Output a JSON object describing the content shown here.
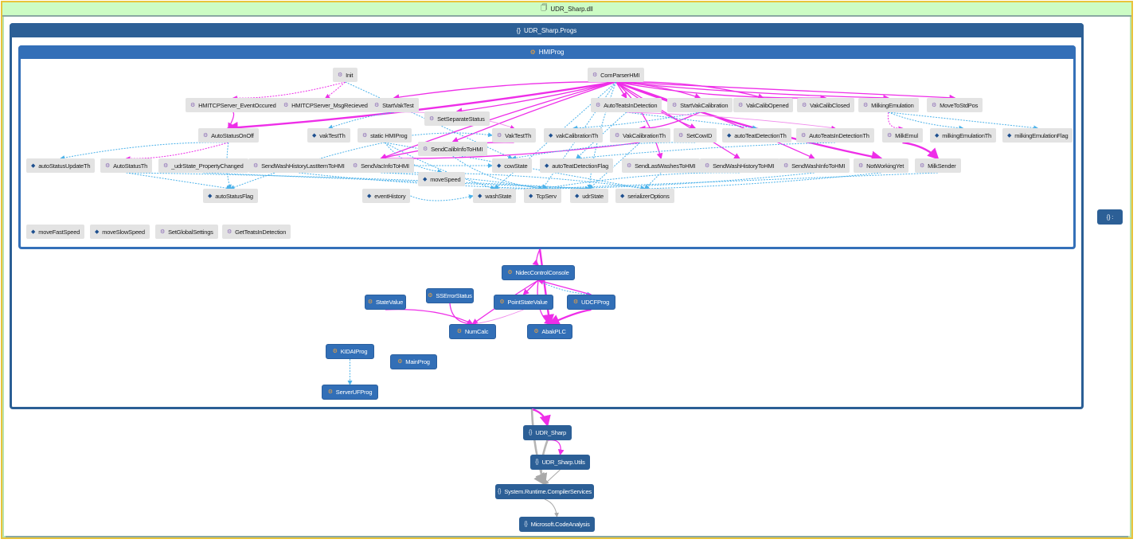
{
  "assembly": {
    "title": "UDR_Sharp.dll",
    "icon": "assembly-icon"
  },
  "namespace": {
    "title": "UDR_Sharp.Progs",
    "icon": "namespace-icon"
  },
  "class_group": {
    "title": "HMIProg",
    "icon": "class-icon"
  },
  "colors": {
    "call_edge": "#ee2ee8",
    "field_edge": "#4eb3ea",
    "ns_edge": "#a9a9a9",
    "member_bg": "#e3e3e3",
    "class_bg": "#326fb7",
    "namespace_bg": "#2c5f96",
    "assembly_header_bg": "#ccfcc4",
    "method_icon": "#8a6bb5",
    "field_icon": "#1d4f8f"
  },
  "members": [
    {
      "id": "Init",
      "label": "Init",
      "kind": "method"
    },
    {
      "id": "ComParserHMI",
      "label": "ComParserHMI",
      "kind": "method"
    },
    {
      "id": "HMITCPServer_EventOccured",
      "label": "HMITCPServer_EventOccured",
      "kind": "method"
    },
    {
      "id": "HMITCPServer_MsgRecieved",
      "label": "HMITCPServer_MsgRecieved",
      "kind": "method"
    },
    {
      "id": "StartVakTest",
      "label": "StartVakTest",
      "kind": "method"
    },
    {
      "id": "AutoTeatsInDetection",
      "label": "AutoTeatsInDetection",
      "kind": "method"
    },
    {
      "id": "StartVakCalibration",
      "label": "StartVakCalibration",
      "kind": "method"
    },
    {
      "id": "VakCalibOpened",
      "label": "VakCalibOpened",
      "kind": "method"
    },
    {
      "id": "VakCalibClosed",
      "label": "VakCalibClosed",
      "kind": "method"
    },
    {
      "id": "MilkingEmulation",
      "label": "MilkingEmulation",
      "kind": "method"
    },
    {
      "id": "MoveToStdPos",
      "label": "MoveToStdPos",
      "kind": "method"
    },
    {
      "id": "SetSeparateStatus",
      "label": "SetSeparateStatus",
      "kind": "method"
    },
    {
      "id": "AutoStatusOnOff",
      "label": "AutoStatusOnOff",
      "kind": "method"
    },
    {
      "id": "vakTestTh",
      "label": "vakTestTh",
      "kind": "field"
    },
    {
      "id": "staticHMIProg",
      "label": "static HMIProg",
      "kind": "method"
    },
    {
      "id": "VakTestTh",
      "label": "VakTestTh",
      "kind": "method"
    },
    {
      "id": "vakCalibrationTh",
      "label": "vakCalibrationTh",
      "kind": "field"
    },
    {
      "id": "VakCalibrationTh",
      "label": "VakCalibrationTh",
      "kind": "method"
    },
    {
      "id": "SetCowID",
      "label": "SetCowID",
      "kind": "method"
    },
    {
      "id": "autoTeatDetectionTh",
      "label": "autoTeatDetectionTh",
      "kind": "field"
    },
    {
      "id": "AutoTeatsInDetectionTh",
      "label": "AutoTeatsInDetectionTh",
      "kind": "method"
    },
    {
      "id": "MilkEmul",
      "label": "MilkEmul",
      "kind": "method"
    },
    {
      "id": "milkingEmulationTh",
      "label": "milkingEmulationTh",
      "kind": "field"
    },
    {
      "id": "milkingEmulationFlag",
      "label": "milkingEmulationFlag",
      "kind": "field"
    },
    {
      "id": "SendCalibInfoToHMI",
      "label": "SendCalibInfoToHMI",
      "kind": "method"
    },
    {
      "id": "autoStatusUpdateTh",
      "label": "autoStatusUpdateTh",
      "kind": "field"
    },
    {
      "id": "AutoStatusTh",
      "label": "AutoStatusTh",
      "kind": "method"
    },
    {
      "id": "udrState_PropertyChanged",
      "label": "_udrState_PropertyChanged",
      "kind": "method"
    },
    {
      "id": "SendWashHistoryLastItemToHMI",
      "label": "SendWashHistoryLastItemToHMI",
      "kind": "method"
    },
    {
      "id": "SendVacInfoToHMI",
      "label": "SendVacInfoToHMI",
      "kind": "method"
    },
    {
      "id": "cowState",
      "label": "cowState",
      "kind": "field"
    },
    {
      "id": "autoTeatDetectionFlag",
      "label": "autoTeatDetectionFlag",
      "kind": "field"
    },
    {
      "id": "SendLastWashesToHMI",
      "label": "SendLastWashesToHMI",
      "kind": "method"
    },
    {
      "id": "SendWashHistoryToHMI",
      "label": "SendWashHistoryToHMI",
      "kind": "method"
    },
    {
      "id": "SendWashInfoToHMI",
      "label": "SendWashInfoToHMI",
      "kind": "method"
    },
    {
      "id": "NotWorkingYet",
      "label": "NotWorkingYet",
      "kind": "method"
    },
    {
      "id": "MilkSender",
      "label": "MilkSender",
      "kind": "method"
    },
    {
      "id": "moveSpeed",
      "label": "moveSpeed",
      "kind": "field"
    },
    {
      "id": "autoStatusFlag",
      "label": "autoStatusFlag",
      "kind": "field"
    },
    {
      "id": "eventHistory",
      "label": "eventHistory",
      "kind": "field"
    },
    {
      "id": "washState",
      "label": "washState",
      "kind": "field"
    },
    {
      "id": "TcpServ",
      "label": "TcpServ",
      "kind": "field"
    },
    {
      "id": "udrState",
      "label": "udrState",
      "kind": "field"
    },
    {
      "id": "serializerOptions",
      "label": "serializerOptions",
      "kind": "field"
    },
    {
      "id": "moveFastSpeed",
      "label": "moveFastSpeed",
      "kind": "field"
    },
    {
      "id": "moveSlowSpeed",
      "label": "moveSlowSpeed",
      "kind": "field"
    },
    {
      "id": "SetGlobalSettings",
      "label": "SetGlobalSettings",
      "kind": "method"
    },
    {
      "id": "GetTeatsInDetection",
      "label": "GetTeatsInDetection",
      "kind": "method"
    }
  ],
  "classes": [
    {
      "id": "NidecControlConsole",
      "label": "NidecControlConsole"
    },
    {
      "id": "SSErrorStatus",
      "label": "SSErrorStatus"
    },
    {
      "id": "StateValue",
      "label": "StateValue"
    },
    {
      "id": "PointStateValue",
      "label": "PointStateValue"
    },
    {
      "id": "UDCFProg",
      "label": "UDCFProg"
    },
    {
      "id": "NumCalc",
      "label": "NumCalc"
    },
    {
      "id": "AbakPLC",
      "label": "AbakPLC"
    },
    {
      "id": "KIDAIProg",
      "label": "KIDAIProg"
    },
    {
      "id": "MainProg",
      "label": "MainProg"
    },
    {
      "id": "ServerUFProg",
      "label": "ServerUFProg"
    }
  ],
  "namespaces": [
    {
      "id": "UDR_Sharp",
      "label": "UDR_Sharp"
    },
    {
      "id": "UDR_Sharp_Utils",
      "label": "UDR_Sharp.Utils"
    },
    {
      "id": "System_Runtime_CompilerServices",
      "label": "System.Runtime.CompilerServices"
    },
    {
      "id": "Microsoft_CodeAnalysis",
      "label": "Microsoft.CodeAnalysis"
    },
    {
      "id": "Global",
      "label": "{} :"
    }
  ],
  "edges": [
    {
      "from": "Init",
      "to": "HMITCPServer_EventOccured",
      "type": "call-dotted"
    },
    {
      "from": "Init",
      "to": "HMITCPServer_MsgRecieved",
      "type": "call-dotted"
    },
    {
      "from": "Init",
      "to": "cowState",
      "type": "field"
    },
    {
      "from": "HMITCPServer_EventOccured",
      "to": "AutoStatusOnOff",
      "type": "call"
    },
    {
      "from": "ComParserHMI",
      "to": "StartVakTest",
      "type": "call"
    },
    {
      "from": "ComParserHMI",
      "to": "AutoStatusOnOff",
      "type": "call-bold"
    },
    {
      "from": "ComParserHMI",
      "to": "SetSeparateStatus",
      "type": "call"
    },
    {
      "from": "ComParserHMI",
      "to": "AutoTeatsInDetection",
      "type": "call"
    },
    {
      "from": "ComParserHMI",
      "to": "StartVakCalibration",
      "type": "call"
    },
    {
      "from": "ComParserHMI",
      "to": "VakCalibOpened",
      "type": "call"
    },
    {
      "from": "ComParserHMI",
      "to": "VakCalibClosed",
      "type": "call"
    },
    {
      "from": "ComParserHMI",
      "to": "MilkingEmulation",
      "type": "call"
    },
    {
      "from": "ComParserHMI",
      "to": "MoveToStdPos",
      "type": "call"
    },
    {
      "from": "ComParserHMI",
      "to": "SendCalibInfoToHMI",
      "type": "call"
    },
    {
      "from": "ComParserHMI",
      "to": "SendVacInfoToHMI",
      "type": "call"
    },
    {
      "from": "ComParserHMI",
      "to": "NotWorkingYet",
      "type": "call-bold"
    },
    {
      "from": "ComParserHMI",
      "to": "SetCowID",
      "type": "call"
    },
    {
      "from": "ComParserHMI",
      "to": "SendWashHistoryToHMI",
      "type": "call"
    },
    {
      "from": "ComParserHMI",
      "to": "SendWashInfoToHMI",
      "type": "call"
    },
    {
      "from": "ComParserHMI",
      "to": "SendLastWashesToHMI",
      "type": "call"
    },
    {
      "from": "ComParserHMI",
      "to": "udrState",
      "type": "field"
    },
    {
      "from": "ComParserHMI",
      "to": "washState",
      "type": "field"
    },
    {
      "from": "ComParserHMI",
      "to": "TcpServ",
      "type": "field"
    },
    {
      "from": "StartVakTest",
      "to": "vakTestTh",
      "type": "field"
    },
    {
      "from": "StartVakTest",
      "to": "VakTestTh",
      "type": "call-thin"
    },
    {
      "from": "StartVakCalibration",
      "to": "VakCalibrationTh",
      "type": "call"
    },
    {
      "from": "StartVakCalibration",
      "to": "vakCalibrationTh",
      "type": "field"
    },
    {
      "from": "AutoTeatsInDetection",
      "to": "autoTeatDetectionTh",
      "type": "field"
    },
    {
      "from": "AutoTeatsInDetection",
      "to": "AutoTeatsInDetectionTh",
      "type": "call-thin"
    },
    {
      "from": "AutoTeatsInDetection",
      "to": "autoTeatDetectionFlag",
      "type": "field"
    },
    {
      "from": "MilkingEmulation",
      "to": "MilkEmul",
      "type": "call-dotted"
    },
    {
      "from": "MilkingEmulation",
      "to": "milkingEmulationTh",
      "type": "field"
    },
    {
      "from": "MilkingEmulation",
      "to": "milkingEmulationFlag",
      "type": "field"
    },
    {
      "from": "MilkEmul",
      "to": "MilkSender",
      "type": "call-bold"
    },
    {
      "from": "AutoStatusOnOff",
      "to": "autoStatusUpdateTh",
      "type": "field"
    },
    {
      "from": "AutoStatusOnOff",
      "to": "AutoStatusTh",
      "type": "call-dotted"
    },
    {
      "from": "AutoStatusOnOff",
      "to": "autoStatusFlag",
      "type": "field"
    },
    {
      "from": "AutoStatusTh",
      "to": "autoStatusFlag",
      "type": "field"
    },
    {
      "from": "AutoStatusTh",
      "to": "udrState",
      "type": "field"
    },
    {
      "from": "staticHMIProg",
      "to": "autoStatusFlag",
      "type": "field"
    },
    {
      "from": "staticHMIProg",
      "to": "moveSpeed",
      "type": "field"
    },
    {
      "from": "staticHMIProg",
      "to": "washState",
      "type": "field"
    },
    {
      "from": "staticHMIProg",
      "to": "serializerOptions",
      "type": "field"
    },
    {
      "from": "staticHMIProg",
      "to": "VakTestTh",
      "type": "field"
    },
    {
      "from": "VakTestTh",
      "to": "SendVacInfoToHMI",
      "type": "call"
    },
    {
      "from": "VakCalibrationTh",
      "to": "SendVacInfoToHMI",
      "type": "call"
    },
    {
      "from": "VakCalibrationTh",
      "to": "udrState",
      "type": "field"
    },
    {
      "from": "SendVacInfoToHMI",
      "to": "cowState",
      "type": "field"
    },
    {
      "from": "SendVacInfoToHMI",
      "to": "TcpServ",
      "type": "field"
    },
    {
      "from": "SendVacInfoToHMI",
      "to": "serializerOptions",
      "type": "field"
    },
    {
      "from": "SendCalibInfoToHMI",
      "to": "TcpServ",
      "type": "field"
    },
    {
      "from": "SendWashHistoryLastItemToHMI",
      "to": "TcpServ",
      "type": "field"
    },
    {
      "from": "udrState_PropertyChanged",
      "to": "udrState",
      "type": "field"
    },
    {
      "from": "SendLastWashesToHMI",
      "to": "serializerOptions",
      "type": "field"
    },
    {
      "from": "SendWashHistoryToHMI",
      "to": "TcpServ",
      "type": "field"
    },
    {
      "from": "SendWashInfoToHMI",
      "to": "washState",
      "type": "field"
    },
    {
      "from": "NotWorkingYet",
      "to": "serializerOptions",
      "type": "field"
    },
    {
      "from": "MilkSender",
      "to": "TcpServ",
      "type": "field"
    },
    {
      "from": "AutoTeatsInDetectionTh",
      "to": "autoTeatDetectionFlag",
      "type": "field"
    },
    {
      "from": "SetCowID",
      "to": "cowState",
      "type": "field"
    },
    {
      "from": "eventHistory",
      "to": "washState",
      "type": "field"
    },
    {
      "from": "HMIProg",
      "to": "NidecControlConsole",
      "type": "call"
    },
    {
      "from": "HMIProg",
      "to": "AbakPLC",
      "type": "call-bold"
    },
    {
      "from": "NidecControlConsole",
      "to": "NumCalc",
      "type": "call"
    },
    {
      "from": "NidecControlConsole",
      "to": "PointStateValue",
      "type": "call"
    },
    {
      "from": "NidecControlConsole",
      "to": "AbakPLC",
      "type": "call"
    },
    {
      "from": "NidecControlConsole",
      "to": "UDCFProg",
      "type": "field"
    },
    {
      "from": "UDCFProg",
      "to": "NidecControlConsole",
      "type": "call"
    },
    {
      "from": "UDCFProg",
      "to": "AbakPLC",
      "type": "call-bold"
    },
    {
      "from": "StateValue",
      "to": "NumCalc",
      "type": "call"
    },
    {
      "from": "SSErrorStatus",
      "to": "NumCalc",
      "type": "call"
    },
    {
      "from": "PointStateValue",
      "to": "NumCalc",
      "type": "call-thin"
    },
    {
      "from": "KIDAIProg",
      "to": "ServerUFProg",
      "type": "field"
    },
    {
      "from": "Progs",
      "to": "UDR_Sharp",
      "type": "call-bold"
    },
    {
      "from": "UDR_Sharp",
      "to": "UDR_Sharp_Utils",
      "type": "call"
    },
    {
      "from": "UDR_Sharp",
      "to": "System_Runtime_CompilerServices",
      "type": "ns-bold"
    },
    {
      "from": "Progs",
      "to": "System_Runtime_CompilerServices",
      "type": "ns-bold"
    },
    {
      "from": "UDR_Sharp_Utils",
      "to": "System_Runtime_CompilerServices",
      "type": "ns"
    },
    {
      "from": "System_Runtime_CompilerServices",
      "to": "Microsoft_CodeAnalysis",
      "type": "ns"
    }
  ]
}
